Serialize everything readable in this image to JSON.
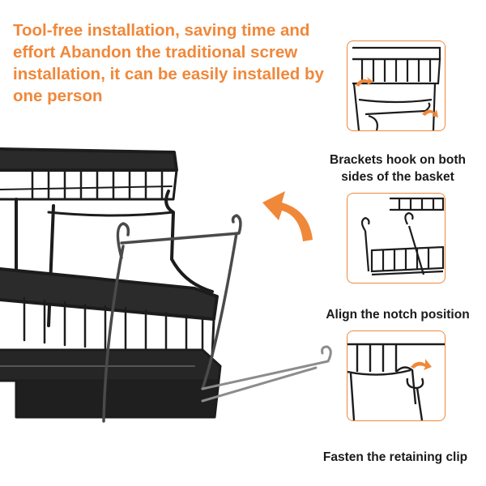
{
  "headline": "Tool-free installation, saving time and effort Abandon the traditional screw installation, it can be easily installed by one person",
  "steps": [
    {
      "caption": "Brackets hook on both sides of the basket"
    },
    {
      "caption": "Align the notch position"
    },
    {
      "caption": "Fasten the retaining clip"
    }
  ],
  "colors": {
    "accent": "#f0883a",
    "rack": "#1c1c1c",
    "text": "#1a1a1a"
  },
  "icons": {
    "direction_arrow": "curved-arrow-icon",
    "step_marker": "curved-arrow-icon"
  }
}
